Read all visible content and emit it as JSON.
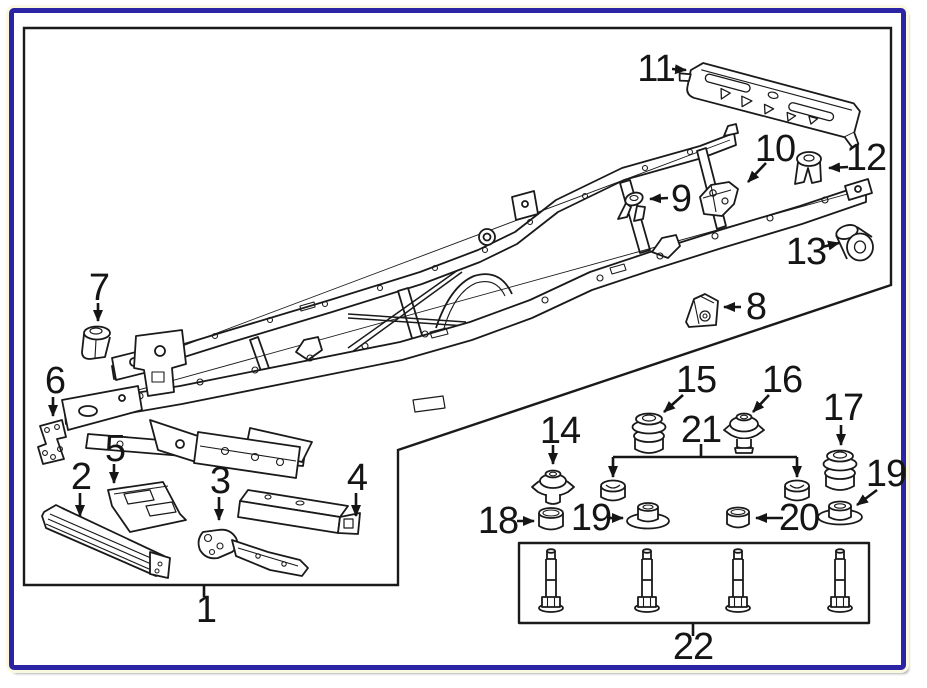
{
  "diagram": {
    "callouts": {
      "c1": "1",
      "c2": "2",
      "c3": "3",
      "c4": "4",
      "c5": "5",
      "c6": "6",
      "c7": "7",
      "c8": "8",
      "c9": "9",
      "c10": "10",
      "c11": "11",
      "c12": "12",
      "c13": "13",
      "c14": "14",
      "c15": "15",
      "c16": "16",
      "c17": "17",
      "c18": "18",
      "c19_left": "19",
      "c19_right": "19",
      "c20": "20",
      "c21": "21",
      "c22": "22"
    },
    "hardware_box": {
      "bolt_count": 4
    },
    "colors": {
      "border": "#2b24a4",
      "border_halo": "#fbf8e0",
      "ink": "#1a1a1a",
      "paper": "#ffffff"
    }
  }
}
